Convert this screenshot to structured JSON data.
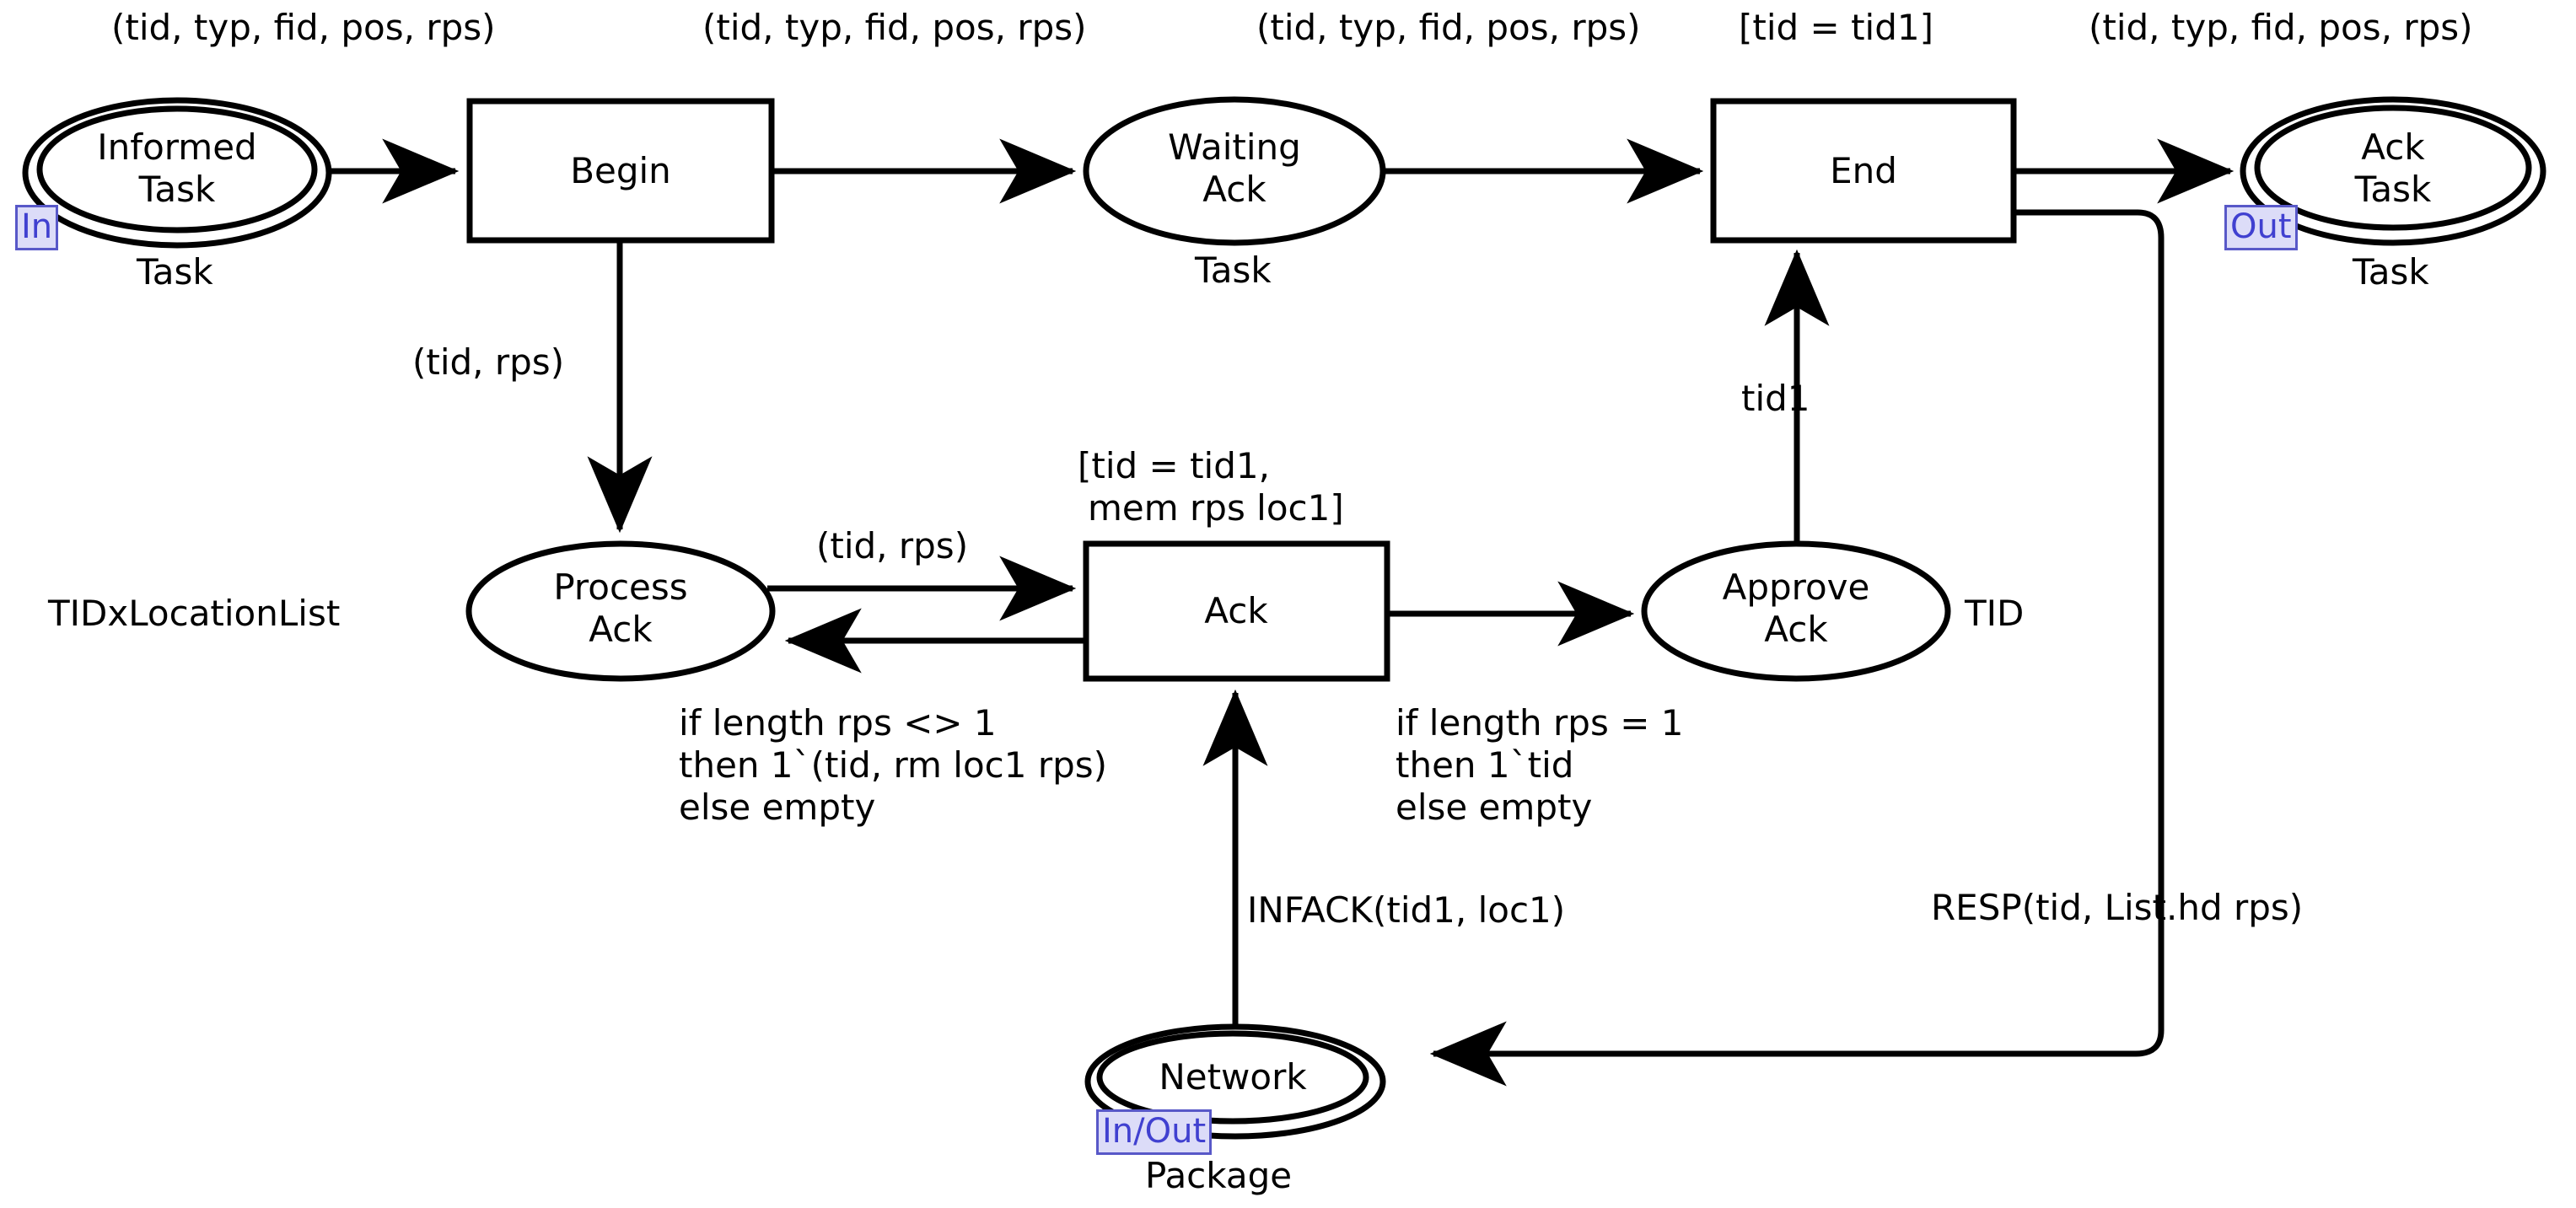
{
  "diagram": {
    "type": "colored-petri-net",
    "title": "Task Acknowledgement CPN"
  },
  "places": [
    {
      "id": "informed_task",
      "label": "Informed\nTask",
      "colorset": "Task",
      "port": "In",
      "shape": "double-ellipse"
    },
    {
      "id": "waiting_ack",
      "label": "Waiting\nAck",
      "colorset": "Task",
      "port": "",
      "shape": "ellipse"
    },
    {
      "id": "ack_task",
      "label": "Ack\nTask",
      "colorset": "Task",
      "port": "Out",
      "shape": "double-ellipse"
    },
    {
      "id": "process_ack",
      "label": "Process\nAck",
      "colorset": "TIDxLocationList",
      "port": "",
      "shape": "ellipse"
    },
    {
      "id": "approve_ack",
      "label": "Approve\nAck",
      "colorset": "TID",
      "port": "",
      "shape": "ellipse"
    },
    {
      "id": "network",
      "label": "Network",
      "colorset": "Package",
      "port": "In/Out",
      "shape": "double-ellipse"
    }
  ],
  "transitions": [
    {
      "id": "begin",
      "label": "Begin",
      "guard": ""
    },
    {
      "id": "end",
      "label": "End",
      "guard": "[tid = tid1]"
    },
    {
      "id": "ack",
      "label": "Ack",
      "guard": "[tid = tid1,\n mem rps loc1]"
    }
  ],
  "arc_labels": {
    "informed_to_begin": "(tid, typ, fid, pos, rps)",
    "begin_to_waiting": "(tid, typ, fid, pos, rps)",
    "waiting_to_end": "(tid, typ, fid, pos, rps)",
    "end_to_acktask": "(tid, typ, fid, pos, rps)",
    "begin_to_process": "(tid, rps)",
    "process_to_ack": "(tid, rps)",
    "ack_to_process": "if length rps <> 1\nthen 1`(tid, rm loc1 rps)\nelse empty",
    "ack_to_approve": "if length rps = 1\nthen 1`tid\nelse empty",
    "approve_to_end": "tid1",
    "network_to_ack": "INFACK(tid1, loc1)",
    "end_to_network": "RESP(tid, List.hd rps)"
  },
  "colorset_labels": {
    "informed_task": "Task",
    "waiting_ack": "Task",
    "ack_task": "Task",
    "process_ack": "TIDxLocationList",
    "approve_ack": "TID",
    "network": "Package"
  },
  "guards": {
    "end": "[tid = tid1]",
    "ack_line1": "[tid = tid1,",
    "ack_line2": "mem rps loc1]"
  },
  "ports": {
    "informed_task": "In",
    "ack_task": "Out",
    "network": "In/Out"
  },
  "colors": {
    "stroke": "#000000",
    "fill": "#ffffff",
    "port_text": "#4040d0",
    "port_bg": "#dcdcf8",
    "port_border": "#5858c8"
  }
}
